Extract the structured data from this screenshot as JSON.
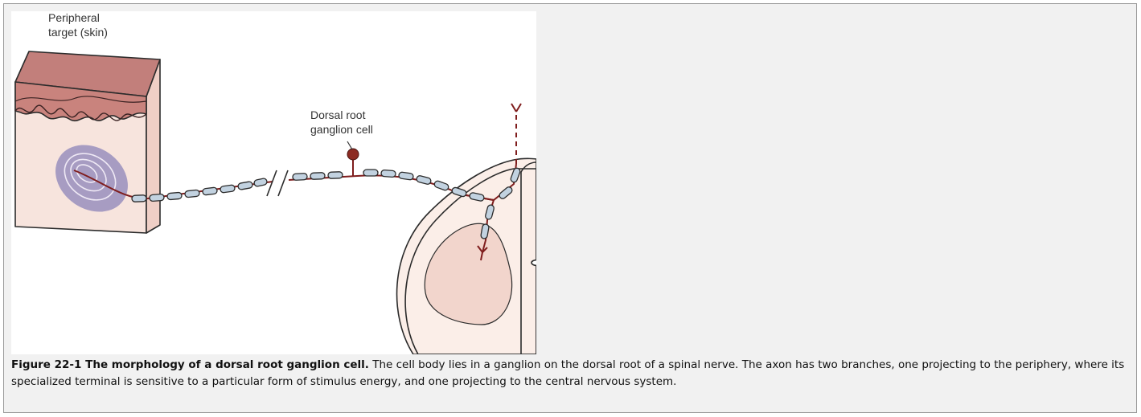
{
  "figure": {
    "labels": {
      "target_line1": "Peripheral",
      "target_line2": "target (skin)",
      "ganglion_line1": "Dorsal root",
      "ganglion_line2": "ganglion cell"
    },
    "colors": {
      "skin_top": "#c27f7b",
      "skin_dermis": "#efcfc6",
      "skin_side": "#f7e4dd",
      "receptor": "#a79cc2",
      "axon": "#7f1d1d",
      "myelin": "#c2d2e0",
      "cord_gray": "#f2d5cc",
      "cord_white": "#fbeee8",
      "panel_bg": "#f1f1f1"
    }
  },
  "caption": {
    "title": "Figure 22-1 The morphology of a dorsal root ganglion cell.",
    "text": " The cell body lies in a ganglion on the dorsal root of a spinal nerve. The axon has two branches, one projecting to the periphery, where its specialized terminal is sensitive to a particular form of stimulus energy, and one projecting to the central nervous system."
  }
}
